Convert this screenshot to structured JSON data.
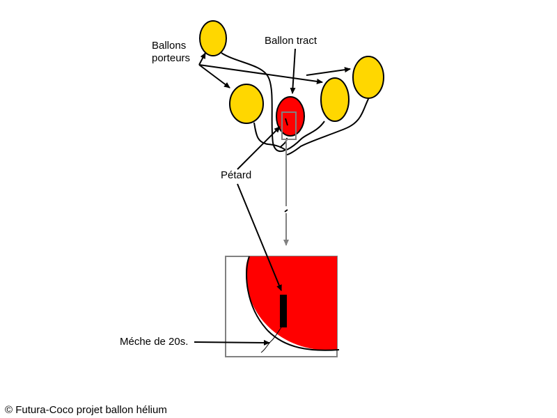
{
  "labels": {
    "ballons_porteurs_line1": "Ballons",
    "ballons_porteurs_line2": "porteurs",
    "ballon_tract": "Ballon tract",
    "petard": "Pétard",
    "meche": "Méche de 20s."
  },
  "copyright": "© Futura-Coco projet ballon hélium",
  "colors": {
    "carrier_balloon": "#FFD700",
    "tract_balloon": "#FF0000",
    "detail_fill": "#FF0000",
    "firecracker": "#000000",
    "zoom_frame": "#808080",
    "line": "#000000"
  }
}
